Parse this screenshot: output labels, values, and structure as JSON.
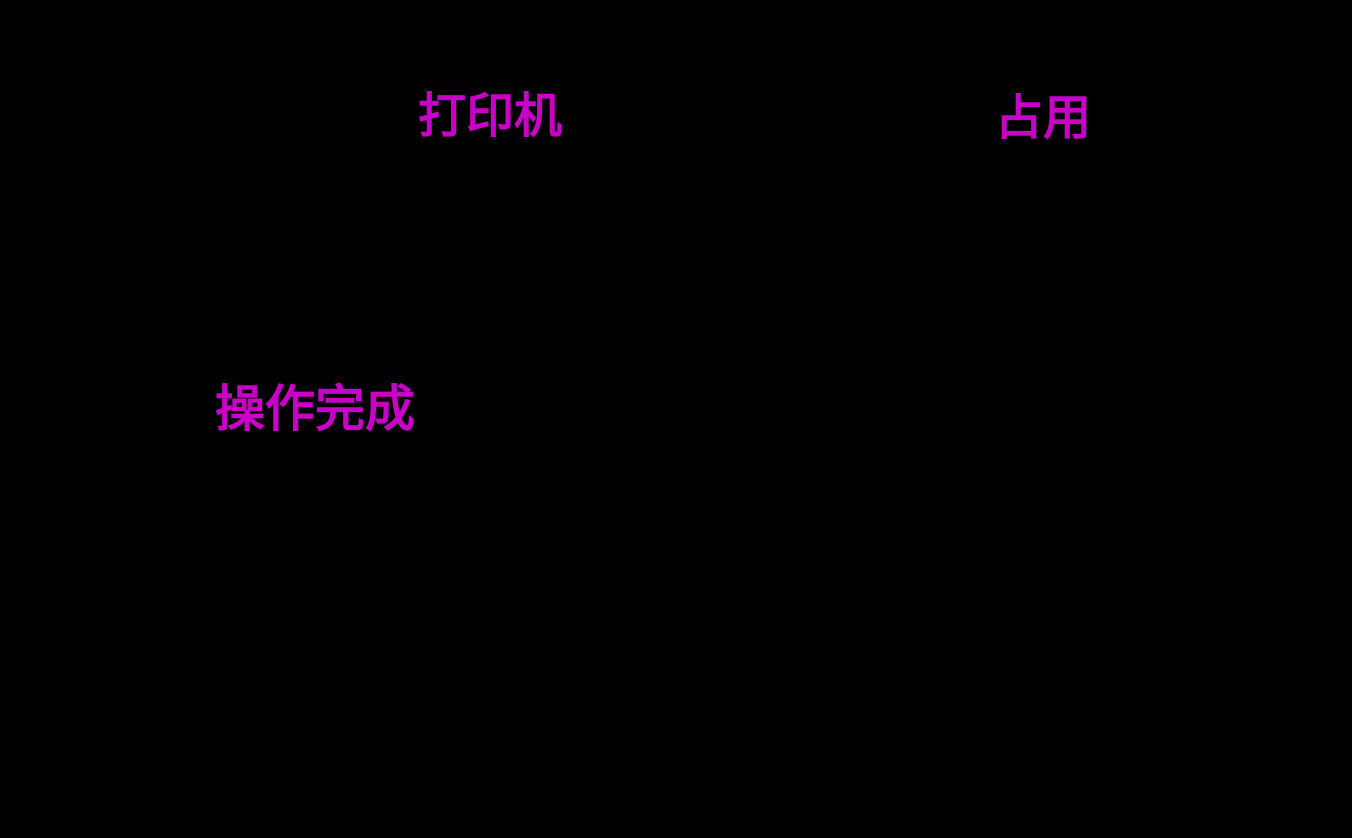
{
  "slide": {
    "background_color": "#000000",
    "label_color": "#C800C8",
    "labels": {
      "printer": {
        "text": "打印机"
      },
      "occupied": {
        "text": "占用"
      },
      "operation_complete": {
        "text": "操作完成"
      }
    }
  }
}
